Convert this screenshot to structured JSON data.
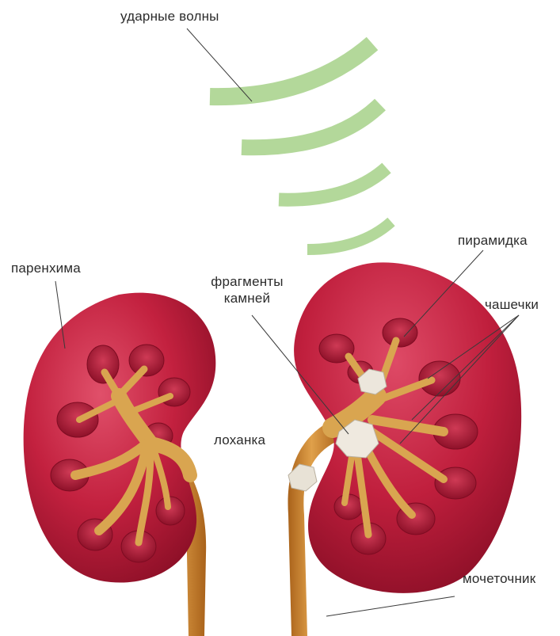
{
  "labels": {
    "shock_waves": "ударные волны",
    "parenchyma": "паренхима",
    "fragments_line1": "фрагменты",
    "fragments_line2": "камней",
    "pyramid": "пирамидка",
    "calyces": "чашечки",
    "pelvis": "лоханка",
    "ureter": "мочеточник"
  },
  "colors": {
    "wave_green": "#b3d89a",
    "parenchyma_red": "#c3213f",
    "pyramid_red": "#a81836",
    "collecting_system": "#d9a550",
    "ureter": "#cf8a2c",
    "stone": "#ece6dc",
    "leader_line": "#3a3a3a"
  }
}
